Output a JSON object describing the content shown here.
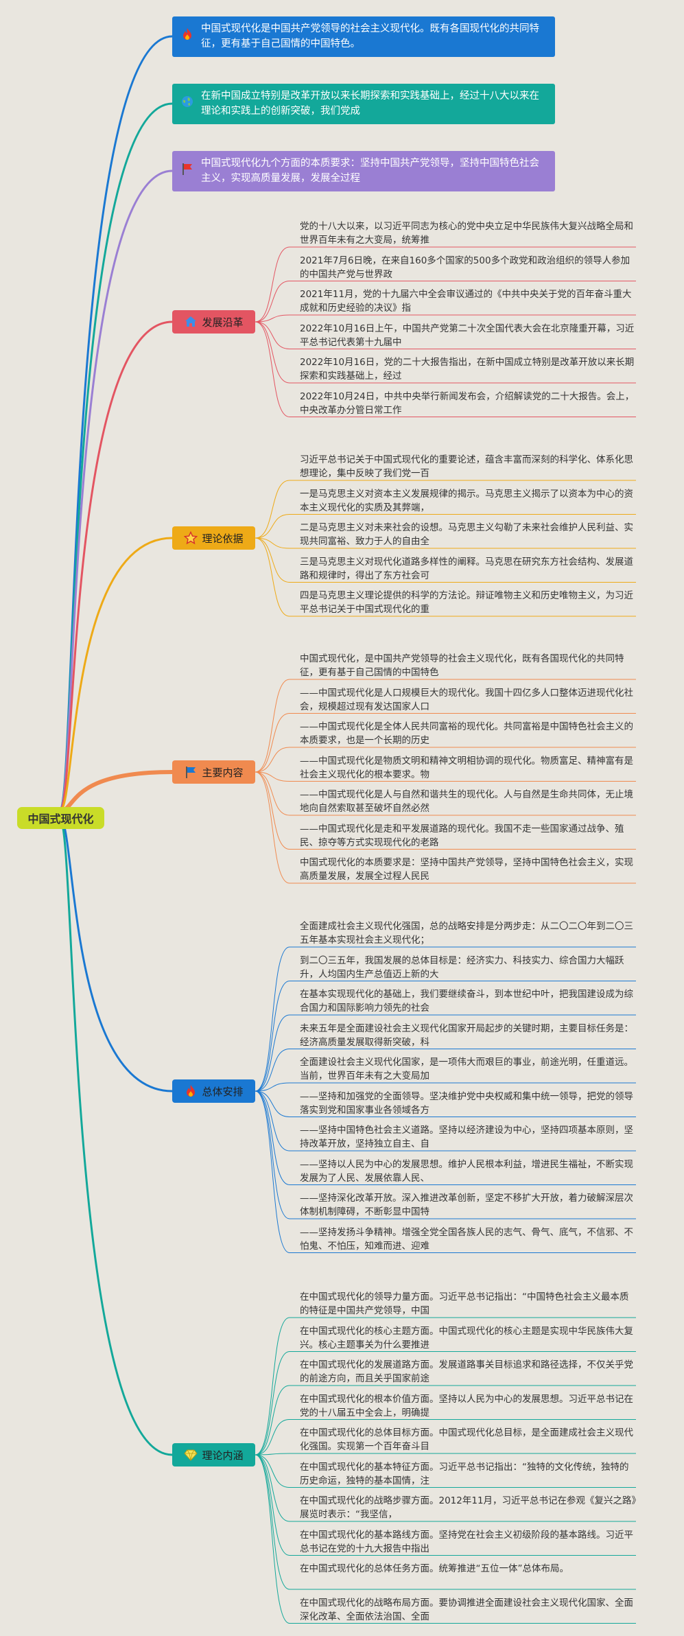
{
  "root": {
    "label": "中国式现代化"
  },
  "top_boxes": [
    {
      "text": "中国式现代化是中国共产党领导的社会主义现代化。既有各国现代化的共同特征，更有基于自己国情的中国特色。",
      "color": "#1a78d2",
      "icon": "flame-icon"
    },
    {
      "text": "在新中国成立特别是改革开放以来长期探索和实践基础上，经过十八大以来在理论和实践上的创新突破，我们党成",
      "color": "#13a89a",
      "icon": "globe-icon"
    },
    {
      "text": "中国式现代化九个方面的本质要求：坚持中国共产党领导，坚持中国特色社会主义，实现高质量发展，发展全过程",
      "color": "#9a7fd3",
      "icon": "flag-icon"
    }
  ],
  "branches": [
    {
      "label": "发展沿革",
      "color": "#e35562",
      "icon": "home-icon",
      "children": [
        "党的十八大以来，以习近平同志为核心的党中央立足中华民族伟大复兴战略全局和世界百年未有之大变局，统筹推",
        "2021年7月6日晚，在来自160多个国家的500多个政党和政治组织的领导人参加的中国共产党与世界政",
        "2021年11月，党的十九届六中全会审议通过的《中共中央关于党的百年奋斗重大成就和历史经验的决议》指",
        "2022年10月16日上午，中国共产党第二十次全国代表大会在北京隆重开幕，习近平总书记代表第十九届中",
        "2022年10月16日，党的二十大报告指出，在新中国成立特别是改革开放以来长期探索和实践基础上，经过",
        "2022年10月24日，中共中央举行新闻发布会，介绍解读党的二十大报告。会上，中央改革办分管日常工作"
      ]
    },
    {
      "label": "理论依据",
      "color": "#eeaa17",
      "icon": "star-icon",
      "children": [
        "习近平总书记关于中国式现代化的重要论述，蕴含丰富而深刻的科学化、体系化思想理论，集中反映了我们党一百",
        "一是马克思主义对资本主义发展规律的揭示。马克思主义揭示了以资本为中心的资本主义现代化的实质及其弊端，",
        "二是马克思主义对未来社会的设想。马克思主义勾勒了未来社会维护人民利益、实现共同富裕、致力于人的自由全",
        "三是马克思主义对现代化道路多样性的阐释。马克思在研究东方社会结构、发展道路和规律时，得出了东方社会可",
        "四是马克思主义理论提供的科学的方法论。辩证唯物主义和历史唯物主义，为习近平总书记关于中国式现代化的重"
      ]
    },
    {
      "label": "主要内容",
      "color": "#f08a4f",
      "icon": "flag-icon",
      "children": [
        "中国式现代化，是中国共产党领导的社会主义现代化，既有各国现代化的共同特征，更有基于自己国情的中国特色",
        "——中国式现代化是人口规模巨大的现代化。我国十四亿多人口整体迈进现代化社会，规模超过现有发达国家人口",
        "——中国式现代化是全体人民共同富裕的现代化。共同富裕是中国特色社会主义的本质要求，也是一个长期的历史",
        "——中国式现代化是物质文明和精神文明相协调的现代化。物质富足、精神富有是社会主义现代化的根本要求。物",
        "——中国式现代化是人与自然和谐共生的现代化。人与自然是生命共同体，无止境地向自然索取甚至破坏自然必然",
        "——中国式现代化是走和平发展道路的现代化。我国不走一些国家通过战争、殖民、掠夺等方式实现现代化的老路",
        "中国式现代化的本质要求是：坚持中国共产党领导，坚持中国特色社会主义，实现高质量发展，发展全过程人民民"
      ]
    },
    {
      "label": "总体安排",
      "color": "#1a78d2",
      "icon": "flame-icon",
      "children": [
        "全面建成社会主义现代化强国，总的战略安排是分两步走：从二〇二〇年到二〇三五年基本实现社会主义现代化；",
        "到二〇三五年，我国发展的总体目标是：经济实力、科技实力、综合国力大幅跃升，人均国内生产总值迈上新的大",
        "在基本实现现代化的基础上，我们要继续奋斗，到本世纪中叶，把我国建设成为综合国力和国际影响力领先的社会",
        "未来五年是全面建设社会主义现代化国家开局起步的关键时期，主要目标任务是：经济高质量发展取得新突破，科",
        "全面建设社会主义现代化国家，是一项伟大而艰巨的事业，前途光明，任重道远。当前，世界百年未有之大变局加",
        "——坚持和加强党的全面领导。坚决维护党中央权威和集中统一领导，把党的领导落实到党和国家事业各领域各方",
        "——坚持中国特色社会主义道路。坚持以经济建设为中心，坚持四项基本原则，坚持改革开放，坚持独立自主、自",
        "——坚持以人民为中心的发展思想。维护人民根本利益，增进民生福祉，不断实现发展为了人民、发展依靠人民、",
        "——坚持深化改革开放。深入推进改革创新，坚定不移扩大开放，着力破解深层次体制机制障碍，不断彰显中国特",
        "——坚持发扬斗争精神。增强全党全国各族人民的志气、骨气、底气，不信邪、不怕鬼、不怕压，知难而进、迎难"
      ]
    },
    {
      "label": "理论内涵",
      "color": "#13a89a",
      "icon": "diamond-icon",
      "children": [
        "在中国式现代化的领导力量方面。习近平总书记指出：“中国特色社会主义最本质的特征是中国共产党领导，中国",
        "在中国式现代化的核心主题方面。中国式现代化的核心主题是实现中华民族伟大复兴。核心主题事关为什么要推进",
        "在中国式现代化的发展道路方面。发展道路事关目标追求和路径选择，不仅关乎党的前途方向，而且关乎国家前途",
        "在中国式现代化的根本价值方面。坚持以人民为中心的发展思想。习近平总书记在党的十八届五中全会上，明确提",
        "在中国式现代化的总体目标方面。中国式现代化总目标，是全面建成社会主义现代化强国。实现第一个百年奋斗目",
        "在中国式现代化的基本特征方面。习近平总书记指出：“独特的文化传统，独特的历史命运，独特的基本国情，注",
        "在中国式现代化的战略步骤方面。2012年11月，习近平总书记在参观《复兴之路》展览时表示：“我坚信，",
        "在中国式现代化的基本路线方面。坚持党在社会主义初级阶段的基本路线。习近平总书记在党的十九大报告中指出",
        "在中国式现代化的总体任务方面。统筹推进“五位一体”总体布局。",
        "在中国式现代化的战略布局方面。要协调推进全面建设社会主义现代化国家、全面深化改革、全面依法治国、全面"
      ]
    }
  ]
}
